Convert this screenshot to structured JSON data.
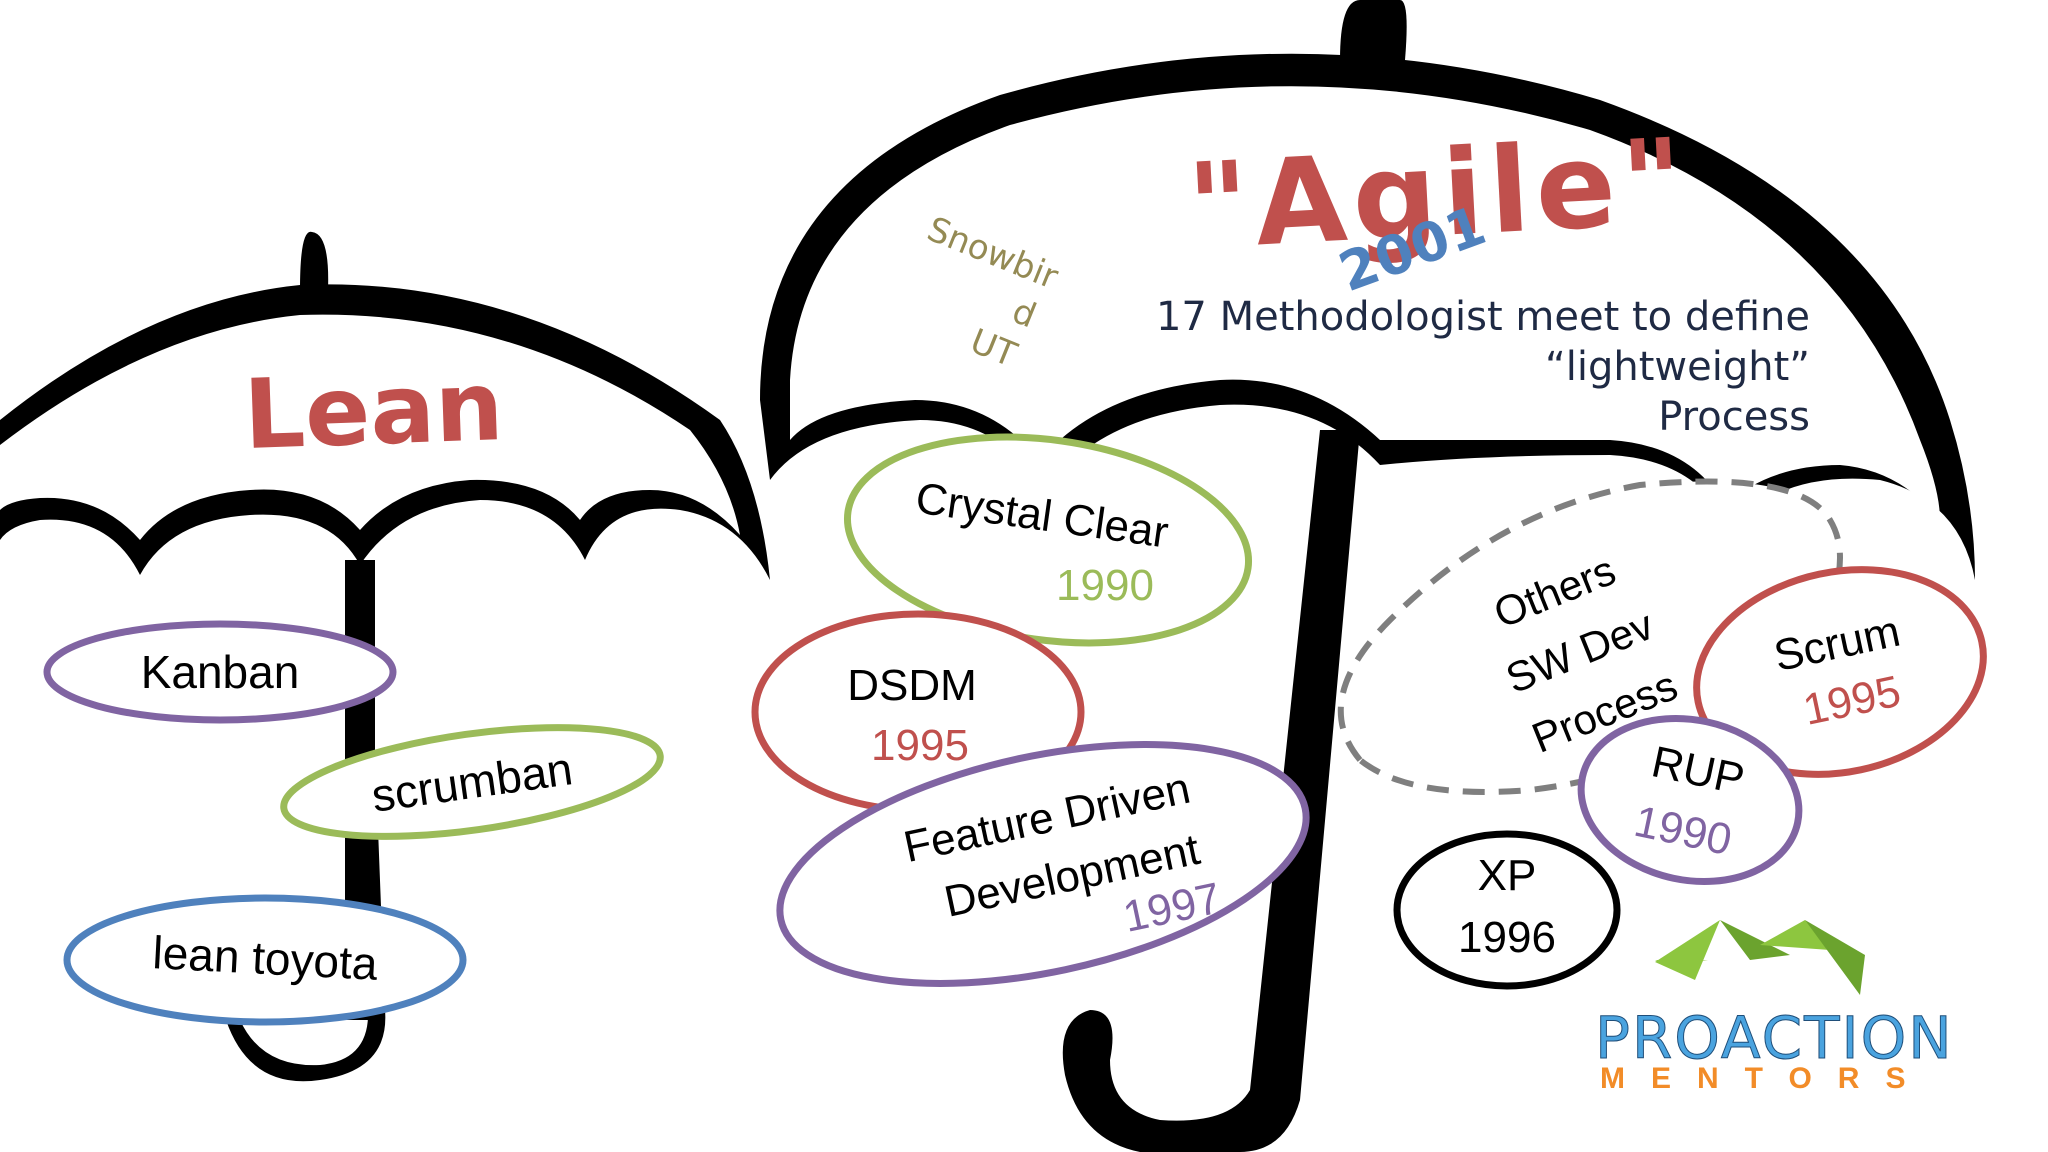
{
  "lean": {
    "title": "Lean",
    "items": [
      {
        "label": "Kanban",
        "color": "#8064a2"
      },
      {
        "label": "scrumban",
        "color": "#9bbb59"
      },
      {
        "label": "lean toyota",
        "color": "#4f81bd"
      }
    ]
  },
  "agile": {
    "title": "\"Agile\"",
    "year": "2001",
    "location_line1": "Snowbir",
    "location_line2": "d",
    "location_line3": "UT",
    "desc_line1": "17 Methodologist meet to define",
    "desc_line2": "“lightweight”",
    "desc_line3": "Process",
    "methods": [
      {
        "name": "Crystal Clear",
        "year": "1990",
        "color": "#9bbb59"
      },
      {
        "name": "DSDM",
        "year": "1995",
        "color": "#c0504d"
      },
      {
        "name_line1": "Feature Driven",
        "name_line2": "Development",
        "year": "1997",
        "color": "#8064a2"
      },
      {
        "name_line1": "Others",
        "name_line2": "SW Dev",
        "name_line3": "Process",
        "color": "#7f7f7f"
      },
      {
        "name": "Scrum",
        "year": "1995",
        "color": "#c0504d"
      },
      {
        "name": "RUP",
        "year": "1990",
        "color": "#8064a2"
      },
      {
        "name": "XP",
        "year": "1996",
        "color": "#000000"
      }
    ]
  },
  "logo": {
    "line1": "PROACTION",
    "line2": "MENTORS",
    "colors": {
      "green": "#8dc63f",
      "blue": "#4aa3df",
      "orange": "#f28c28"
    }
  },
  "colors": {
    "lean_title": "#c0504d",
    "agile_title": "#c0504d",
    "year_2001": "#4f81bd",
    "snowbird": "#948a54",
    "umbrella": "#000000"
  }
}
